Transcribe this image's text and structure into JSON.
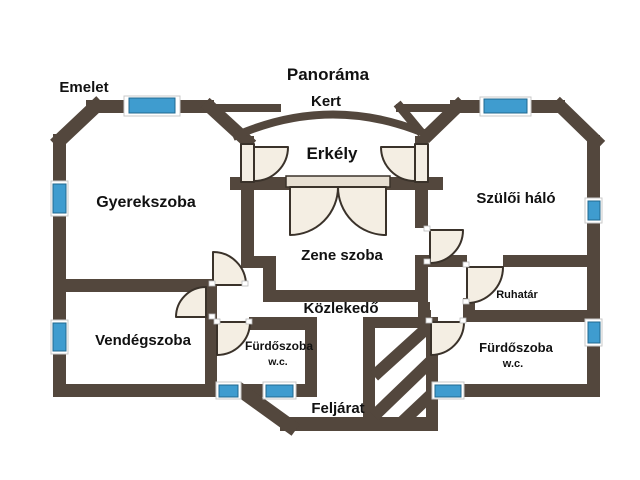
{
  "title": "Emelet alaprajz",
  "labels": {
    "floor": "Emelet",
    "panorama": "Panoráma",
    "garden": "Kert",
    "balcony": "Erkély",
    "kids_room": "Gyerekszoba",
    "parents_bedroom": "Szülői háló",
    "music_room": "Zene szoba",
    "hallway": "Közlekedő",
    "wardrobe": "Ruhatár",
    "guest_room": "Vendégszoba",
    "bathroom_left_line1": "Fürdőszoba",
    "bathroom_left_line2": "w.c.",
    "bathroom_right_line1": "Fürdőszoba",
    "bathroom_right_line2": "w.c.",
    "entrance": "Feljárat"
  },
  "colors": {
    "wall": "#53473d",
    "window_fill": "#3f9ccf",
    "window_frame": "#ffffff",
    "door_fill": "#f4eee3",
    "door_stroke": "#3a322a",
    "bg": "#ffffff",
    "text": "#111111"
  }
}
